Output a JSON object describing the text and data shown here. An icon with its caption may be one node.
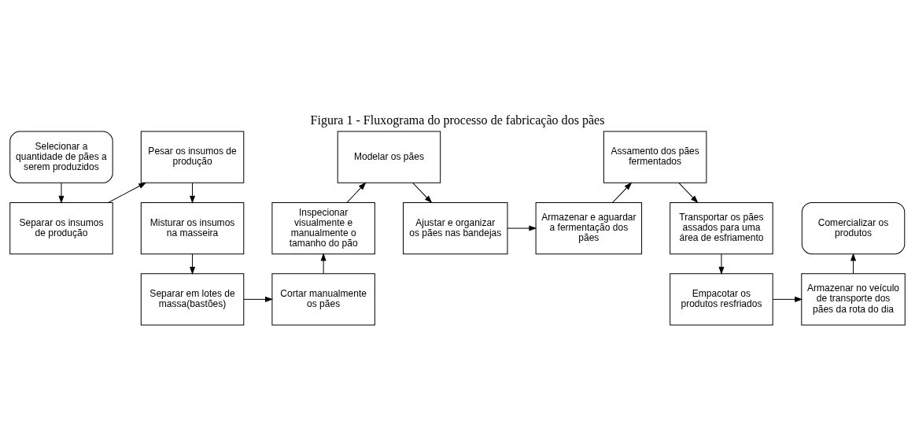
{
  "diagram": {
    "title": "Figura 1 - Fluxograma do processo de fabricação dos pães",
    "nodes": [
      {
        "text": [
          "Selecionar a quantidade de pães a serem produzidos"
        ]
      },
      {
        "text": [
          "Separar os insumos de produção"
        ]
      },
      {
        "text": [
          "Pesar os insumos de produção"
        ]
      },
      {
        "text": [
          "Misturar os insumos na masseira"
        ]
      },
      {
        "text": [
          "Separar em lotes de massa(bastões)"
        ]
      },
      {
        "text": [
          "Cortar manualmente os pães"
        ]
      },
      {
        "text": [
          "Inspecionar visualmente e manualmente o tamanho do pão"
        ]
      },
      {
        "text": [
          "Modelar os pães"
        ]
      },
      {
        "text": [
          "Ajustar e organizar os pães nas bandejas"
        ]
      },
      {
        "text": [
          "Armazenar e aguardar a fermentação dos pães"
        ]
      },
      {
        "text": [
          "Assamento dos pães fermentados"
        ]
      },
      {
        "text": [
          "Transportar os pães assados para uma área de esfriamento"
        ]
      },
      {
        "text": [
          "Empacotar os produtos resfriados"
        ]
      },
      {
        "text": [
          "Armazenar no veículo de transporte dos pães da rota do dia"
        ]
      },
      {
        "text": [
          "Comercializar os produtos"
        ]
      }
    ],
    "edges": [
      {
        "from": 0,
        "to": 1,
        "arrow": "to"
      },
      {
        "from": 1,
        "to": 2,
        "arrow": "to"
      },
      {
        "from": 2,
        "to": 3,
        "arrow": "to"
      },
      {
        "from": 3,
        "to": 4,
        "arrow": "to"
      },
      {
        "from": 4,
        "to": 5,
        "arrow": "to"
      },
      {
        "from": 5,
        "to": 6,
        "arrow": "to"
      },
      {
        "from": 6,
        "to": 7,
        "arrow": "to"
      },
      {
        "from": 7,
        "to": 8,
        "arrow": "to"
      },
      {
        "from": 8,
        "to": 9,
        "arrow": "to"
      },
      {
        "from": 9,
        "to": 10,
        "arrow": "to"
      },
      {
        "from": 10,
        "to": 11,
        "arrow": "to"
      },
      {
        "from": 11,
        "to": 12,
        "arrow": "to"
      },
      {
        "from": 12,
        "to": 13,
        "arrow": "to"
      },
      {
        "from": 13,
        "to": 14,
        "arrow": "to"
      }
    ]
  }
}
